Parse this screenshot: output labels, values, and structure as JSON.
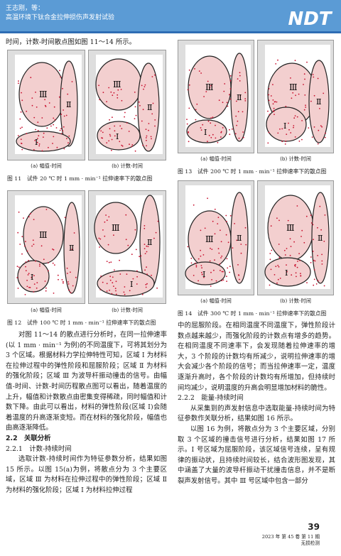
{
  "header": {
    "authors": "王志刚，等：",
    "title": "高温环境下钛合金拉伸损伤声发射试验",
    "logo": "NDT"
  },
  "left_top_text": "时间，计数-时间散点图如图 11～14 所示。",
  "figures": {
    "fig11": {
      "caption": "图 11　试件 20 ℃ 时 1 mm · min⁻¹ 拉伸速率下的散点图",
      "a": "(a) 幅值-时间",
      "b": "(b) 计数-时间"
    },
    "fig12": {
      "caption": "图 12　试件 100 ℃ 时 1 mm · min⁻¹ 拉伸速率下的散点图",
      "a": "(a) 幅值-时间",
      "b": "(b) 计数-时间"
    },
    "fig13": {
      "caption": "图 13　试件 200 ℃ 时 1 mm · min⁻¹ 拉伸速率下的散点图",
      "a": "(a) 幅值-时间",
      "b": "(b) 计数-时间"
    },
    "fig14": {
      "caption": "图 14　试件 300 ℃ 时 1 mm · min⁻¹ 拉伸速率下的散点图",
      "a": "(a) 幅值-时间",
      "b": "(b) 计数-时间"
    },
    "regions": {
      "r1": "Ⅰ",
      "r2": "Ⅱ",
      "r3": "Ⅲ"
    }
  },
  "left_body": {
    "para1": "对图 11～14 的散点进行分析时，在同一拉伸速率(以 1 mm · min⁻¹ 为例)的不同温度下，可将其划分为 3 个区域。根据材料力学拉伸特性可知，区域 Ⅰ 为材料在拉伸过程中的弹性阶段和屈服阶段；区域 Ⅱ 为材料的强化阶段；区域 Ⅲ 为波导杆振动撞击的信号。由幅值-时间、计数-时间历程散点图可以看出，随着温度的上升，幅值和计数散点由密集变得稀疏，同时幅值和计数下降。由此可以看出，材料的弹性阶段(区域 Ⅰ)会随着温度的升高逐渐变短。而在材料的强化阶段，幅值也由高逐渐降低。",
    "sec22": "2.2　关联分析",
    "sec221": "2.2.1　计数-持续时间",
    "para2": "选取计数-持续时间作为特征参数分析，结果如图 15 所示。以图 15(a)为例，将散点分为 3 个主要区域，区域 Ⅲ 为材料在拉伸过程中的弹性阶段；区域 Ⅱ 为材料的强化阶段；区域 Ⅰ 为材料拉伸过程"
  },
  "right_body": {
    "para1": "中的屈服阶段。在相同温度不同温度下，弹性阶段计数点越来越少，而强化阶段的计数点有增多的趋势。在相同温度不同速率下，会发现随着拉伸速率的增大，3 个阶段的计数均有所减少，说明拉伸速率的增大会减少各个阶段的信号；而当拉伸速率一定，温度逐渐升高时，各个阶段的计数均有所增加，但持续时间均减少，说明温度的升高会明显增加材料的脆性。",
    "sec222": "2.2.2　能量-持续时间",
    "para2": "从采集到的声发射信息中选取能量-持续时间为特征参数作关联分析，结果如图 16 所示。",
    "para3": "以图 16 为例，将散点分为 3 个主要区域，分别取 3 个区域的撞击信号进行分析，结果如图 17 所示。Ⅰ 号区域为屈服阶段，该区域信号连续，呈有规律的振动状，且持续时间较长，结合波形图发现，其中涵盖了大量的波导杆振动干扰撞击信息，并不是断裂声发射信号。其中 Ⅲ 号区域中包含一部分"
  },
  "footer": {
    "page_number": "39",
    "issue": "2023 年 第 45 卷 第 11 期",
    "journal": "无损检测"
  },
  "colors": {
    "header_band": "#5b9bd5",
    "header_rule": "#2e6db4",
    "scatter": "#c8102e",
    "ellipse_fill": "#f3cfcf"
  }
}
